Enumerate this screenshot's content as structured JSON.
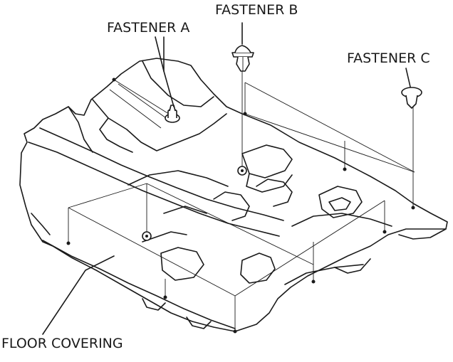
{
  "labels": {
    "fastener_a": "FASTENER A",
    "fastener_b": "FASTENER B",
    "fastener_c": "FASTENER C",
    "floor_covering": "FLOOR COVERING"
  },
  "colors": {
    "ink": "#1a1a1a",
    "background": "#ffffff"
  }
}
